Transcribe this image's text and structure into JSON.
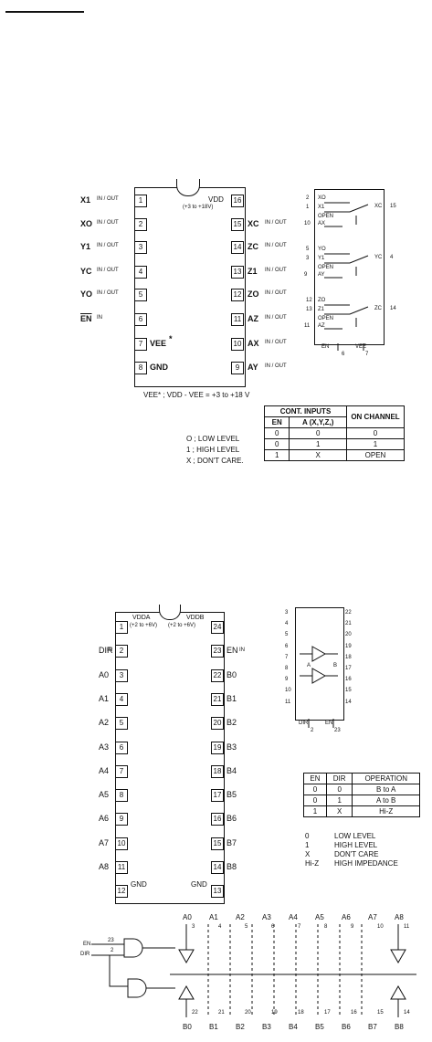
{
  "top_rule": "",
  "ic1": {
    "left_pins": [
      {
        "name": "X1",
        "io": "IN / OUT",
        "num": "1"
      },
      {
        "name": "XO",
        "io": "IN / OUT",
        "num": "2"
      },
      {
        "name": "Y1",
        "io": "IN / OUT",
        "num": "3"
      },
      {
        "name": "YC",
        "io": "IN / OUT",
        "num": "4"
      },
      {
        "name": "YO",
        "io": "IN / OUT",
        "num": "5"
      },
      {
        "name": "EN",
        "io": "IN",
        "num": "6"
      }
    ],
    "pin7": {
      "num": "7",
      "label": "VEE",
      "mark": "*"
    },
    "pin8": {
      "num": "8",
      "label": "GND"
    },
    "right_pins": [
      {
        "name": "XC",
        "io": "IN / OUT",
        "num": "15"
      },
      {
        "name": "ZC",
        "io": "IN / OUT",
        "num": "14"
      },
      {
        "name": "Z1",
        "io": "IN / OUT",
        "num": "13"
      },
      {
        "name": "ZO",
        "io": "IN / OUT",
        "num": "12"
      },
      {
        "name": "AZ",
        "io": "IN / OUT",
        "num": "11"
      },
      {
        "name": "AX",
        "io": "IN / OUT",
        "num": "10"
      },
      {
        "name": "AY",
        "io": "IN / OUT",
        "num": "9"
      }
    ],
    "vdd": {
      "num": "16",
      "label": "VDD",
      "range": "(+3 to +18V)"
    },
    "footnote": "VEE* ; VDD - VEE = +3 to +18 V"
  },
  "sw": {
    "groups": [
      {
        "p1": "2",
        "l1": "XO",
        "p2": "1",
        "l2": "X1",
        "p3": "10",
        "l3": "AX",
        "open": "OPEN",
        "out": "XC",
        "pout": "15"
      },
      {
        "p1": "5",
        "l1": "YO",
        "p2": "3",
        "l2": "Y1",
        "p3": "9",
        "l3": "AY",
        "open": "OPEN",
        "out": "YC",
        "pout": "4"
      },
      {
        "p1": "12",
        "l1": "ZO",
        "p2": "13",
        "l2": "Z1",
        "p3": "11",
        "l3": "AZ",
        "open": "OPEN",
        "out": "ZC",
        "pout": "14"
      }
    ],
    "en": "EN",
    "vee": "VEE",
    "pen": "6",
    "pvee": "7"
  },
  "truth1": {
    "h1": "CONT. INPUTS",
    "h2": "ON CHANNEL",
    "c1": "EN",
    "c2": "A (X,Y,Z,)",
    "rows": [
      [
        "0",
        "0",
        "0"
      ],
      [
        "0",
        "1",
        "1"
      ],
      [
        "1",
        "X",
        "OPEN"
      ]
    ],
    "legend": [
      "O ; LOW LEVEL",
      "1 ; HIGH LEVEL",
      "X ; DON'T CARE."
    ]
  },
  "ic2": {
    "vdda": "VDDA",
    "vdda_r": "(+2 to +6V)",
    "vddb": "VDDB",
    "vddb_r": "(+2 to +6V)",
    "left_pins": [
      {
        "name": "",
        "io": "",
        "num": "1"
      },
      {
        "name": "DIR",
        "io": "IN",
        "num": "2"
      },
      {
        "name": "A0",
        "io": "",
        "num": "3"
      },
      {
        "name": "A1",
        "io": "",
        "num": "4"
      },
      {
        "name": "A2",
        "io": "",
        "num": "5"
      },
      {
        "name": "A3",
        "io": "",
        "num": "6"
      },
      {
        "name": "A4",
        "io": "",
        "num": "7"
      },
      {
        "name": "A5",
        "io": "",
        "num": "8"
      },
      {
        "name": "A6",
        "io": "",
        "num": "9"
      },
      {
        "name": "A7",
        "io": "",
        "num": "10"
      },
      {
        "name": "A8",
        "io": "",
        "num": "11"
      },
      {
        "name": "",
        "io": "",
        "num": "12"
      }
    ],
    "right_pins": [
      {
        "name": "",
        "io": "",
        "num": "24"
      },
      {
        "name": "EN",
        "io": "IN",
        "num": "23"
      },
      {
        "name": "B0",
        "io": "",
        "num": "22"
      },
      {
        "name": "B1",
        "io": "",
        "num": "21"
      },
      {
        "name": "B2",
        "io": "",
        "num": "20"
      },
      {
        "name": "B3",
        "io": "",
        "num": "19"
      },
      {
        "name": "B4",
        "io": "",
        "num": "18"
      },
      {
        "name": "B5",
        "io": "",
        "num": "17"
      },
      {
        "name": "B6",
        "io": "",
        "num": "16"
      },
      {
        "name": "B7",
        "io": "",
        "num": "15"
      },
      {
        "name": "B8",
        "io": "",
        "num": "14"
      },
      {
        "name": "",
        "io": "",
        "num": "13"
      }
    ],
    "gnd_l": "GND",
    "gnd_r": "GND"
  },
  "buf": {
    "left": [
      "3",
      "4",
      "5",
      "6",
      "7",
      "8",
      "9",
      "10",
      "11"
    ],
    "right": [
      "22",
      "21",
      "20",
      "19",
      "18",
      "17",
      "16",
      "15",
      "14"
    ],
    "a": "A",
    "b": "B",
    "dir": "DIR",
    "en": "EN",
    "p2": "2",
    "p23": "23"
  },
  "truth2": {
    "headers": [
      "EN",
      "DIR",
      "OPERATION"
    ],
    "rows": [
      [
        "0",
        "0",
        "B to A"
      ],
      [
        "0",
        "1",
        "A to B"
      ],
      [
        "1",
        "X",
        "Hi-Z"
      ]
    ],
    "legend": [
      [
        "0",
        "LOW LEVEL"
      ],
      [
        "1",
        "HIGH LEVEL"
      ],
      [
        "X",
        "DON'T CARE"
      ],
      [
        "Hi-Z",
        "HIGH IMPEDANCE"
      ]
    ]
  },
  "bottom": {
    "a_labels": [
      "A0",
      "A1",
      "A2",
      "A3",
      "A4",
      "A5",
      "A6",
      "A7",
      "A8"
    ],
    "a_pins": [
      "3",
      "4",
      "5",
      "6",
      "7",
      "8",
      "9",
      "10",
      "11"
    ],
    "b_labels": [
      "B0",
      "B1",
      "B2",
      "B3",
      "B4",
      "B5",
      "B6",
      "B7",
      "B8"
    ],
    "b_pins": [
      "22",
      "21",
      "20",
      "19",
      "18",
      "17",
      "16",
      "15",
      "14"
    ],
    "en": "EN",
    "dir": "DIR",
    "p23": "23",
    "p2": "2"
  }
}
